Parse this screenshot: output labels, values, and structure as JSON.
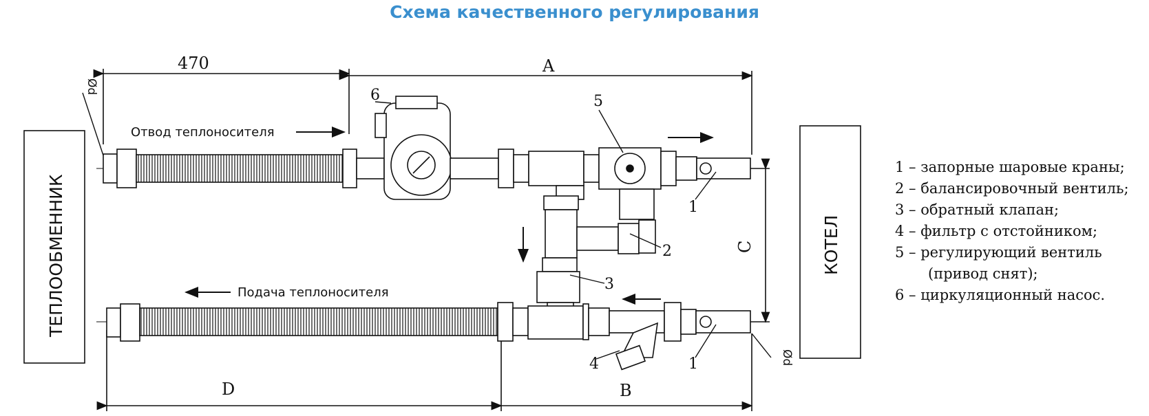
{
  "title": "Схема качественного регулирования",
  "blocks": {
    "left": "ТЕПЛООБМЕННИК",
    "right": "КОТЕЛ"
  },
  "dimensions": {
    "top_left": "470",
    "a": "A",
    "b": "B",
    "c": "C",
    "d": "D",
    "diameter": "Ød"
  },
  "flows": {
    "return": "Отвод теплоносителя",
    "supply": "Подача теплоносителя"
  },
  "callouts": [
    "1",
    "2",
    "3",
    "4",
    "5",
    "6"
  ],
  "legend": [
    "1 – запорные шаровые краны;",
    "2 – балансировочный вентиль;",
    "3 – обратный клапан;",
    "4 – фильтр с отстойником;",
    "5 – регулирующий вентиль",
    "(привод снят);",
    "6 – циркуляционный насос."
  ]
}
